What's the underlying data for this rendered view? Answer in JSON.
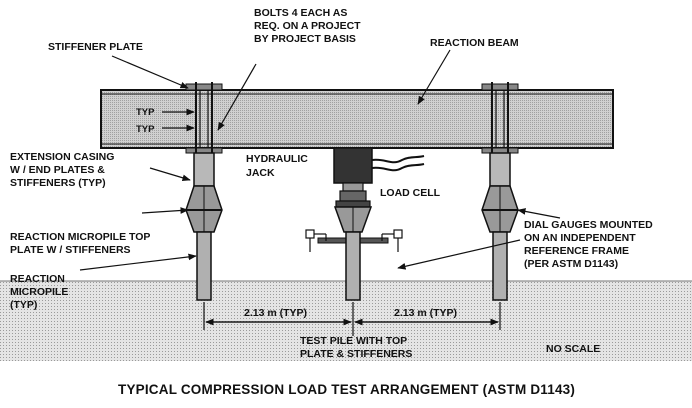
{
  "labels": {
    "stiffener_plate": "STIFFENER PLATE",
    "bolts": [
      "BOLTS 4 EACH AS",
      "REQ.  ON A PROJECT",
      "BY PROJECT BASIS"
    ],
    "reaction_beam": "REACTION BEAM",
    "typ_1": "TYP",
    "typ_2": "TYP",
    "extension_casing": [
      "EXTENSION CASING",
      "W / END PLATES &",
      "STIFFENERS (TYP)"
    ],
    "hydraulic_jack": [
      "HYDRAULIC",
      "JACK"
    ],
    "load_cell": "LOAD CELL",
    "reaction_micropile_top": [
      "REACTION MICROPILE TOP",
      "PLATE W / STIFFENERS"
    ],
    "dial_gauges": [
      "DIAL GAUGES MOUNTED",
      "ON AN INDEPENDENT",
      "REFERENCE FRAME",
      "(PER ASTM D1143)"
    ],
    "reaction_micropile": [
      "REACTION",
      "MICROPILE",
      "(TYP)"
    ],
    "dim_left": "2.13 m (TYP)",
    "dim_right": "2.13 m (TYP)",
    "test_pile": [
      "TEST PILE WITH TOP",
      "PLATE & STIFFENERS"
    ],
    "no_scale": "NO SCALE"
  },
  "caption": "TYPICAL COMPRESSION LOAD TEST ARRANGEMENT (ASTM D1143)",
  "colors": {
    "ink": "#111111",
    "beam_fill": "#c8c8c8",
    "pile_fill": "#b0b0b0",
    "soil_fill": "#dddddd",
    "jack_fill": "#333333"
  }
}
